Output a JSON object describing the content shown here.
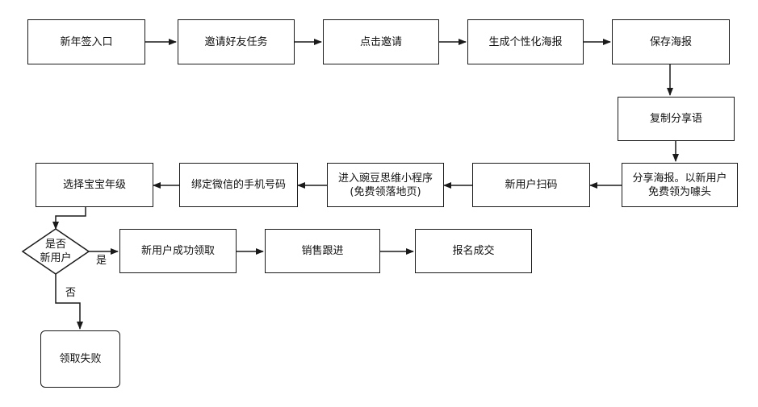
{
  "nodes": {
    "n1": "新年签入口",
    "n2": "邀请好友任务",
    "n3": "点击邀请",
    "n4": "生成个性化海报",
    "n5": "保存海报",
    "n6": "复制分享语",
    "n7": "分享海报。以新用户\n免费领为噱头",
    "n8": "新用户扫码",
    "n9": "进入豌豆思维小程序\n(免费领落地页)",
    "n10": "绑定微信的手机号码",
    "n11": "选择宝宝年级",
    "decision": "是否\n新用户",
    "n12": "新用户成功领取",
    "n13": "销售跟进",
    "n14": "报名成交",
    "n15": "领取失败"
  },
  "edge_labels": {
    "yes": "是",
    "no": "否"
  }
}
